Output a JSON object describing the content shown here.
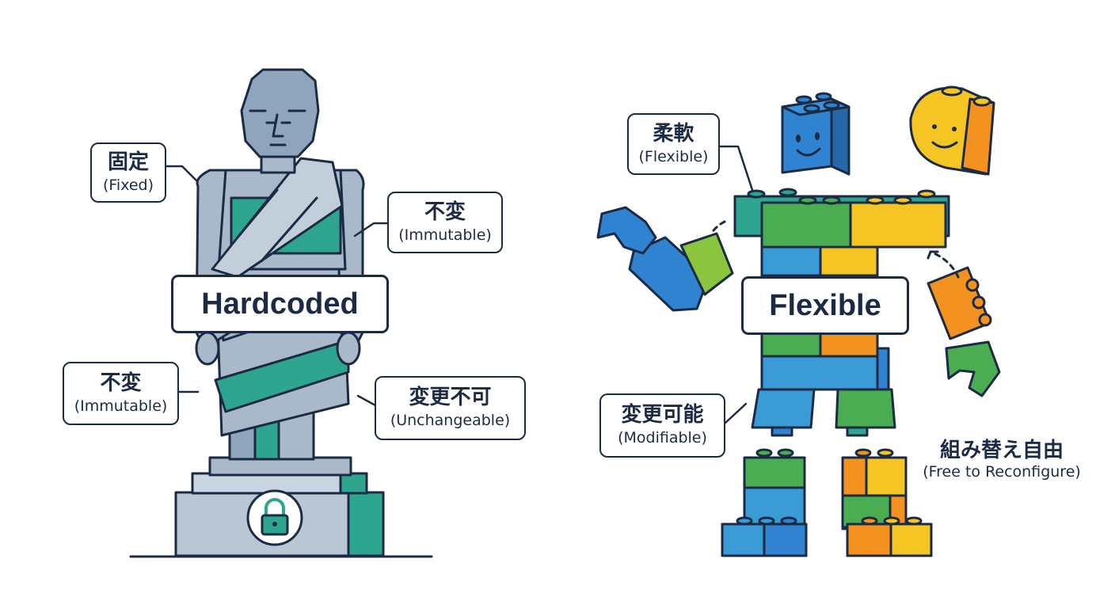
{
  "left": {
    "title": "Hardcoded",
    "labels": {
      "fixed": {
        "jp": "固定",
        "en": "(Fixed)"
      },
      "immutable_r": {
        "jp": "不変",
        "en": "(Immutable)"
      },
      "immutable_l": {
        "jp": "不変",
        "en": "(Immutable)"
      },
      "unchangeable": {
        "jp": "変更不可",
        "en": "(Unchangeable)"
      }
    }
  },
  "right": {
    "title": "Flexible",
    "labels": {
      "flexible": {
        "jp": "柔軟",
        "en": "(Flexible)"
      },
      "modifiable": {
        "jp": "変更可能",
        "en": "(Modifiable)"
      },
      "reconfigure": {
        "jp": "組み替え自由",
        "en": "(Free to Reconfigure)"
      }
    }
  },
  "colors": {
    "outline": "#1c2b45",
    "stone": "#a9b9c9",
    "stone_dark": "#7f97ad",
    "teal": "#2ea58e",
    "blue": "#2f83d0",
    "green": "#4bad52",
    "yellow": "#f5c623",
    "orange": "#f3921f",
    "lime": "#8bc53f"
  },
  "icons": [
    "lock-icon",
    "smiley-face-icon",
    "arrow-icon"
  ]
}
